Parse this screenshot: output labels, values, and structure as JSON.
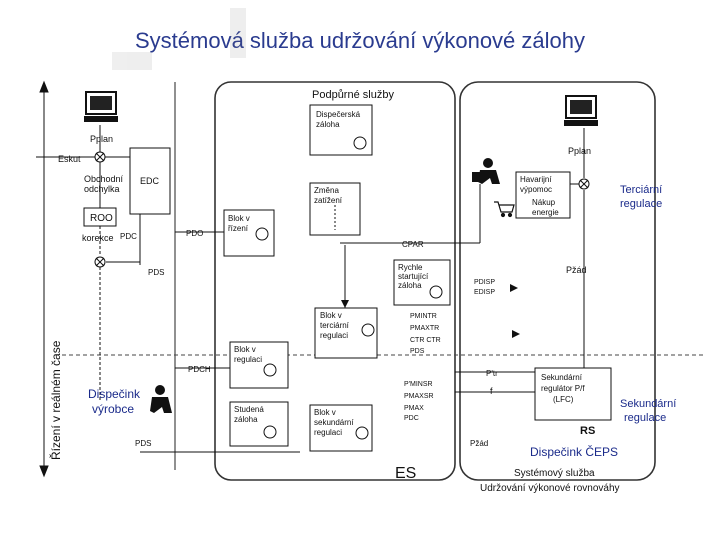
{
  "title": "Systémová služba udržování výkonové zálohy",
  "left_axis_label": "Řízení v reálném čase",
  "regions": {
    "support_services": "Podpůrné služby",
    "es": "ES",
    "dispatch_ceps": "Dispečink ČEPS",
    "rs": "RS",
    "system_service_line1": "Systémový služba",
    "system_service_line2": "Udržování výkonové rovnováhy",
    "tertiary_regulation_1": "Terciární",
    "tertiary_regulation_2": "regulace",
    "secondary_regulation_1": "Sekundární",
    "secondary_regulation_2": "regulace"
  },
  "blocks": {
    "dispatch_reserve": [
      "Dispečerská",
      "záloha"
    ],
    "load_change": [
      "Změna",
      "zatížení"
    ],
    "edc": "EDC",
    "roo": "ROO",
    "block_control": [
      "Blok v",
      "řízení"
    ],
    "fast_start": [
      "Rychle",
      "startující",
      "záloha"
    ],
    "block_tertiary": [
      "Blok v",
      "terciární",
      "regulaci"
    ],
    "block_regulation": [
      "Blok v",
      "regulaci"
    ],
    "cold_reserve": [
      "Studená",
      "záloha"
    ],
    "block_secondary": [
      "Blok v",
      "sekundární",
      "regulaci"
    ],
    "lfc": [
      "Sekundární",
      "regulátor P/f",
      "(LFC)"
    ],
    "dispatch_producer": [
      "Dispečink",
      "výrobce"
    ],
    "emergency_purchase": [
      "Havarijní",
      "výpomoc",
      "Nákup",
      "energie"
    ]
  },
  "signals": {
    "pplan_left": "Pplan",
    "eskut": "Eskut",
    "trade_deviation": [
      "Obchodní",
      "odchylka"
    ],
    "correction": "korekce",
    "pdc1": "PDC",
    "pdo": "PDO",
    "pds": "PDS",
    "pdch": "PDCH",
    "pds2": "PDS",
    "pplan_right": "Pplan",
    "cpar": "CPAR",
    "pdisp": "PDISP",
    "edisp": "EDISP",
    "pmint": "PMINTR",
    "pmaxt": "PMAXTR",
    "ctr": "CTR CTR",
    "pdc2": "PDS",
    "pmins": "P'MINSR",
    "pmaxs": "PMAXSR",
    "pmax": "PMAX",
    "pdc3": "PDC",
    "ptr": "P'tr",
    "f": "f",
    "pzad": "Pžád",
    "pzad2": "Pžád"
  }
}
